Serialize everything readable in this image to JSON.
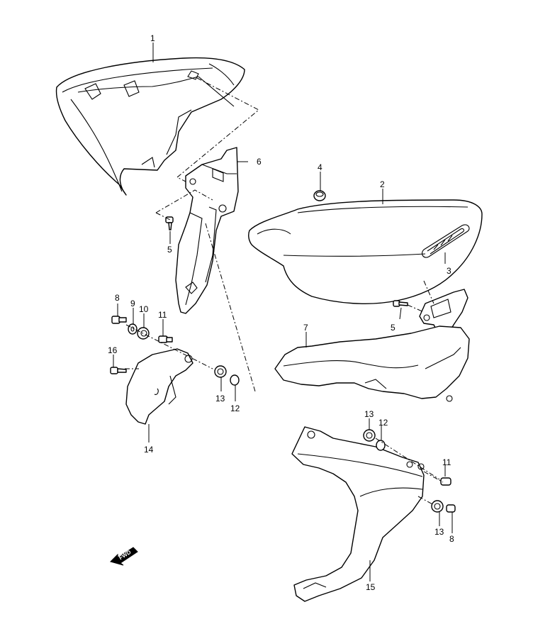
{
  "labels": {
    "p1": "1",
    "p2": "2",
    "p3": "3",
    "p4": "4",
    "p5a": "5",
    "p5b": "5",
    "p6": "6",
    "p7": "7",
    "p8a": "8",
    "p8b": "8",
    "p9": "9",
    "p10": "10",
    "p11a": "11",
    "p11b": "11",
    "p12a": "12",
    "p12b": "12",
    "p13a": "13",
    "p13b": "13",
    "p14": "14",
    "p15": "15",
    "p16": "16"
  },
  "badge_text": "FWD"
}
